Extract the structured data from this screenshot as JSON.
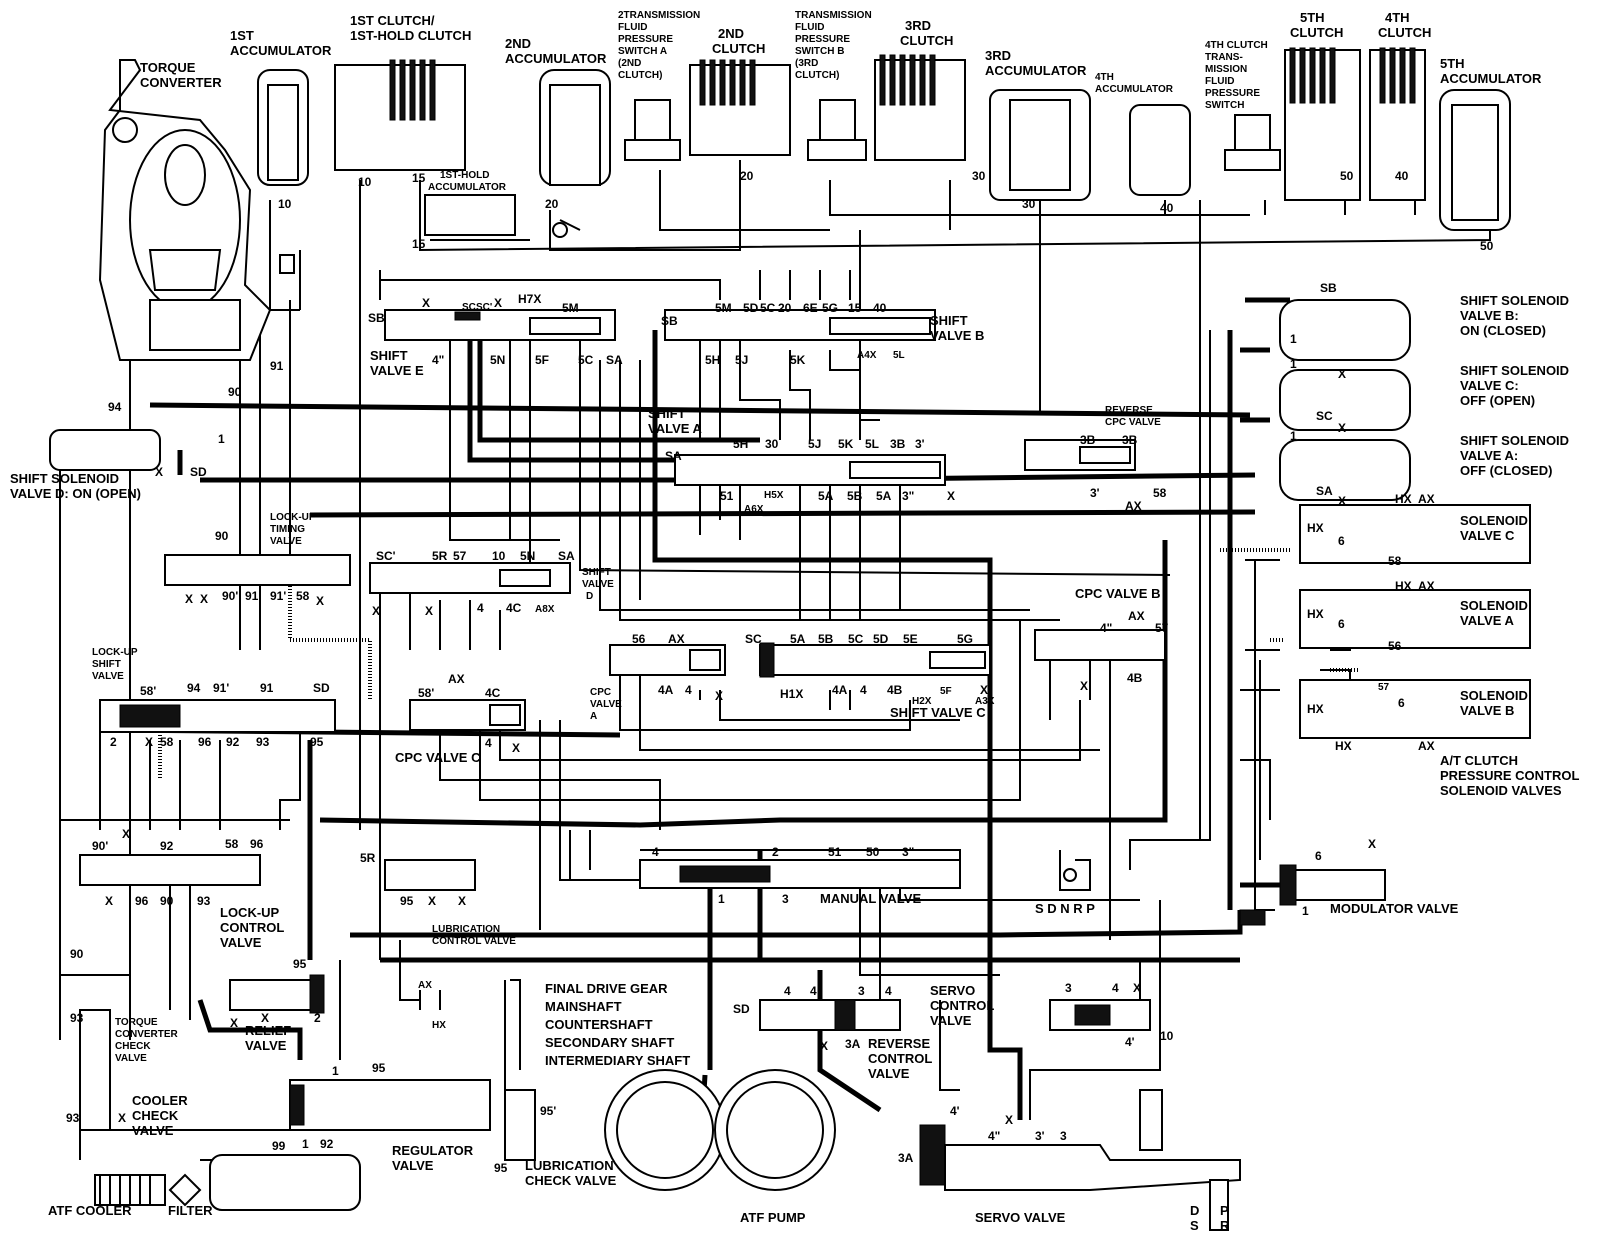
{
  "components": {
    "torque_converter": [
      "TORQUE",
      "CONVERTER"
    ],
    "first_accumulator": [
      "1ST",
      "ACCUMULATOR"
    ],
    "first_clutch": [
      "1ST CLUTCH/",
      "1ST-HOLD CLUTCH"
    ],
    "second_accumulator": [
      "2ND",
      "ACCUMULATOR"
    ],
    "pressure_switch_a": [
      "2TRANSMISSION",
      "FLUID",
      "PRESSURE",
      "SWITCH A",
      "(2ND",
      "CLUTCH)"
    ],
    "second_clutch": [
      "2ND",
      "CLUTCH"
    ],
    "pressure_switch_b": [
      "TRANSMISSION",
      "FLUID",
      "PRESSURE",
      "SWITCH B",
      "(3RD",
      "CLUTCH)"
    ],
    "third_clutch": [
      "3RD",
      "CLUTCH"
    ],
    "third_accumulator": [
      "3RD",
      "ACCUMULATOR"
    ],
    "fourth_accumulator": [
      "4TH",
      "ACCUMULATOR"
    ],
    "fourth_pressure_switch": [
      "4TH CLUTCH",
      "TRANS-",
      "MISSION",
      "FLUID",
      "PRESSURE",
      "SWITCH"
    ],
    "fifth_clutch": [
      "5TH",
      "CLUTCH"
    ],
    "fourth_clutch": [
      "4TH",
      "CLUTCH"
    ],
    "fifth_accumulator": [
      "5TH",
      "ACCUMULATOR"
    ],
    "first_hold_accumulator": [
      "1ST-HOLD",
      "ACCUMULATOR"
    ],
    "shift_valve_e": [
      "SHIFT",
      "VALVE E"
    ],
    "shift_valve_b": [
      "SHIFT",
      "VALVE B"
    ],
    "shift_valve_a": [
      "SHIFT",
      "VALVE A"
    ],
    "shift_valve_d": [
      "SHIFT",
      "VALVE",
      "D"
    ],
    "shift_valve_c": "SHIFT VALVE C",
    "solenoid_b": [
      "SHIFT SOLENOID",
      "VALVE B:",
      "ON (CLOSED)"
    ],
    "solenoid_c_shift": [
      "SHIFT SOLENOID",
      "VALVE C:",
      "OFF (OPEN)"
    ],
    "solenoid_a_shift": [
      "SHIFT SOLENOID",
      "VALVE A:",
      "OFF (CLOSED)"
    ],
    "solenoid_d": [
      "SHIFT SOLENOID",
      "VALVE D: ON (OPEN)"
    ],
    "reverse_cpc": [
      "REVERSE",
      "CPC VALVE"
    ],
    "cpc_b": "CPC VALVE B",
    "cpc_a": [
      "CPC",
      "VALVE",
      "A"
    ],
    "cpc_c": "CPC VALVE C",
    "pc_solenoid_c": [
      "SOLENOID",
      "VALVE C"
    ],
    "pc_solenoid_a": [
      "SOLENOID",
      "VALVE A"
    ],
    "pc_solenoid_b": [
      "SOLENOID",
      "VALVE B"
    ],
    "at_clutch_pc": [
      "A/T CLUTCH",
      "PRESSURE CONTROL",
      "SOLENOID VALVES"
    ],
    "lockup_timing": [
      "LOCK-UP",
      "TIMING",
      "VALVE"
    ],
    "lockup_shift": [
      "LOCK-UP",
      "SHIFT",
      "VALVE"
    ],
    "lockup_control": [
      "LOCK-UP",
      "CONTROL",
      "VALVE"
    ],
    "lubrication_control": [
      "LUBRICATION",
      "CONTROL VALVE"
    ],
    "manual_valve": "MANUAL VALVE",
    "manual_positions": "S D N R  P",
    "modulator_valve": "MODULATOR VALVE",
    "relief_valve": [
      "RELIEF",
      "VALVE"
    ],
    "tc_check": [
      "TORQUE",
      "CONVERTER",
      "CHECK",
      "VALVE"
    ],
    "cooler_check": [
      "COOLER",
      "CHECK",
      "VALVE"
    ],
    "regulator": [
      "REGULATOR",
      "VALVE"
    ],
    "lub_check": [
      "LUBRICATION",
      "CHECK VALVE"
    ],
    "servo_control": [
      "SERVO",
      "CONTROL",
      "VALVE"
    ],
    "reverse_control": [
      "REVERSE",
      "CONTROL",
      "VALVE"
    ],
    "servo_valve": "SERVO VALVE",
    "atf_pump": "ATF PUMP",
    "atf_cooler": "ATF COOLER",
    "filter": "FILTER",
    "shafts": [
      "FINAL DRIVE GEAR",
      "MAINSHAFT",
      "COUNTERSHAFT",
      "SECONDARY SHAFT",
      "INTERMEDIARY SHAFT"
    ],
    "servo_positions": [
      "D",
      "S",
      "P",
      "R"
    ]
  },
  "port_labels": {
    "sv_e": [
      "X",
      "SC",
      "SC'",
      "X",
      "H7X",
      "5M",
      "SB",
      "4\"",
      "5N",
      "5F",
      "5C",
      "SA"
    ],
    "sv_b": [
      "5M",
      "5D",
      "5C",
      "20",
      "6E",
      "5G",
      "15",
      "40",
      "SB",
      "5H",
      "5J",
      "5K",
      "A4X",
      "5L"
    ],
    "sv_a": [
      "5H",
      "30",
      "5J",
      "5K",
      "5L",
      "3B",
      "3'",
      "SA",
      "51",
      "A6X",
      "H5X",
      "5A",
      "5B",
      "5A",
      "3\"",
      "X"
    ],
    "rev_cpc": [
      "3B",
      "3B",
      "3'",
      "AX",
      "58"
    ],
    "sv_d": [
      "SC'",
      "5R",
      "57",
      "10",
      "5N",
      "SA",
      "X",
      "X",
      "4",
      "4C",
      "A8X"
    ],
    "sv_c": [
      "SC",
      "5A",
      "5B",
      "5C",
      "5D",
      "5E",
      "5G",
      "H1X",
      "4A",
      "4",
      "4B",
      "H2X",
      "5F",
      "A3X",
      "X"
    ],
    "cpc_a": [
      "56",
      "AX",
      "4A",
      "4",
      "X"
    ],
    "cpc_c": [
      "AX",
      "58'",
      "4C",
      "4",
      "X"
    ],
    "cpc_b": [
      "4\"",
      "AX",
      "57",
      "X",
      "4B"
    ],
    "sol_c": [
      "HX",
      "AX",
      "HX",
      "6",
      "58"
    ],
    "sol_a": [
      "HX",
      "AX",
      "HX",
      "6",
      "56"
    ],
    "sol_b": [
      "HX",
      "6",
      "57",
      "HX",
      "AX"
    ],
    "solenoid_sides": [
      "SB",
      "1",
      "X",
      "1",
      "SC",
      "X",
      "1",
      "SA",
      "X"
    ],
    "lockup_timing": [
      "90",
      "X",
      "X",
      "90'",
      "91",
      "91'",
      "58",
      "X"
    ],
    "lockup_shift": [
      "58'",
      "94",
      "91'",
      "91",
      "SD",
      "2",
      "X",
      "58",
      "96",
      "92",
      "93",
      "95"
    ],
    "lockup_control": [
      "X",
      "90'",
      "92",
      "58",
      "96",
      "X",
      "96",
      "90",
      "93"
    ],
    "lubrication_control": [
      "5R",
      "95",
      "X",
      "X"
    ],
    "manual": [
      "4",
      "2",
      "51",
      "50",
      "3\"",
      "1",
      "3"
    ],
    "modulator": [
      "6",
      "X",
      "1"
    ],
    "relief": [
      "95",
      "X",
      "X",
      "2"
    ],
    "regulator": [
      "AX",
      "HX",
      "95",
      "1",
      "1",
      "92"
    ],
    "lub_check": [
      "95'",
      "95"
    ],
    "servo_ctrl": [
      "SD",
      "4",
      "4",
      "3",
      "4",
      "X",
      "3A"
    ],
    "rev_ctrl": [
      "3",
      "4",
      "X",
      "4'",
      "10"
    ],
    "servo": [
      "3A",
      "4'",
      "4\"",
      "X",
      "3'",
      "3"
    ],
    "tc": [
      "91",
      "90",
      "94",
      "1",
      "X",
      "SD",
      "90",
      "93",
      "93",
      "X",
      "99"
    ],
    "clutches": [
      "10",
      "10",
      "15",
      "15",
      "20",
      "20",
      "30",
      "30",
      "40",
      "50",
      "40",
      "50"
    ]
  }
}
